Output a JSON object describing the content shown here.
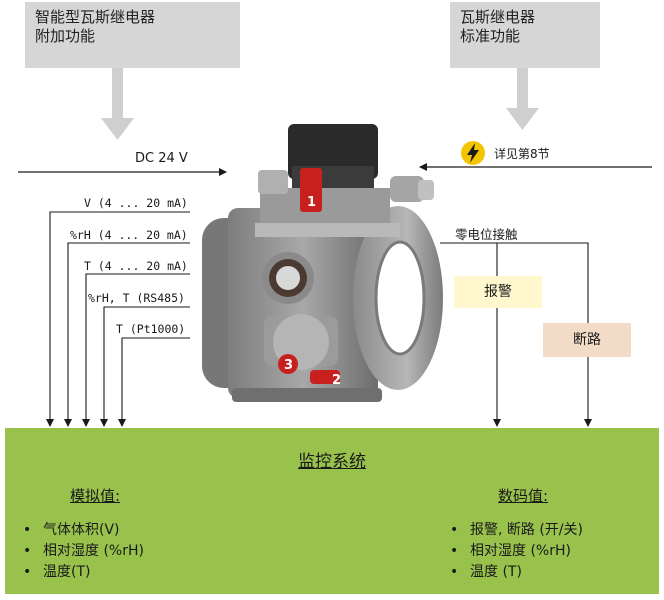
{
  "top_boxes": {
    "left": {
      "line1": "智能型瓦斯继电器",
      "line2": "附加功能"
    },
    "right": {
      "line1": "瓦斯继电器",
      "line2": "标准功能"
    }
  },
  "power": {
    "label": "DC 24 V"
  },
  "reference": {
    "label": "详见第8节",
    "icon": "lightning-icon"
  },
  "signals": [
    {
      "label": "V (4 ... 20 mA)"
    },
    {
      "label": "%rH (4 ... 20 mA)"
    },
    {
      "label": "T (4 ... 20 mA)"
    },
    {
      "label": "%rH, T (RS485)"
    },
    {
      "label": "T (Pt1000)"
    }
  ],
  "contacts": {
    "zero_potential": "零电位接触",
    "alarm": "报警",
    "break": "断路"
  },
  "device_markers": [
    "1",
    "2",
    "3"
  ],
  "monitoring": {
    "title": "监控系统",
    "analog": {
      "title": "模拟值:",
      "items": [
        "气体体积(V)",
        "相对湿度 (%rH)",
        "温度(T)"
      ]
    },
    "digital": {
      "title": "数码值:",
      "items": [
        "报警,  断路 (开/关)",
        "相对湿度 (%rH)",
        "温度 (T)"
      ]
    }
  },
  "colors": {
    "monitor_bg": "#99c24d",
    "box_gray": "#d6d6d6",
    "alarm_bg": "#fff8cf",
    "break_bg": "#f3dcc7",
    "marker_red": "#c8201e",
    "lightning_yellow": "#f5c400"
  }
}
